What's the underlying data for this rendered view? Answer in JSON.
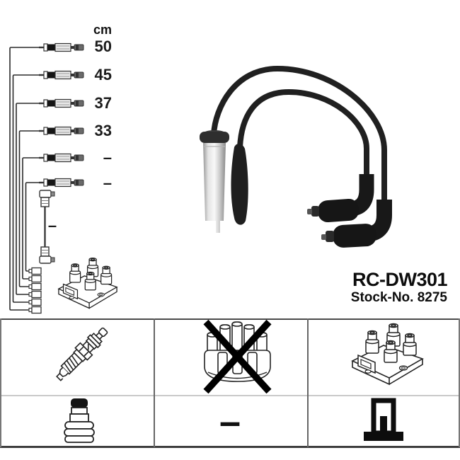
{
  "product": {
    "code": "RC-DW301",
    "stock_no": "Stock-No. 8275"
  },
  "schematic": {
    "unit_header": "cm",
    "cable_lengths": [
      "50",
      "45",
      "37",
      "33",
      "–",
      "–"
    ],
    "vertical_cable_length": "–",
    "icons": [
      "ignition-cable-icon",
      "coil-connector-terminals-icon",
      "ignition-coil-pack-icon",
      "angled-cable-icon"
    ]
  },
  "photo": {
    "icon": "ignition-lead-set-photo",
    "parts": [
      "gray-straight-plug-boot",
      "black-straight-plug-boot",
      "black-angled-coil-boot",
      "black-angled-coil-boot"
    ]
  },
  "legend_table": {
    "row1_icons": [
      "spark-plug-icon",
      "distributor-cap-crossed-out-icon",
      "ignition-coil-pack-icon"
    ],
    "row2_icons": [
      "spark-plug-boot-icon",
      "none-dash",
      "coil-tower-terminal-icon"
    ],
    "row2_dash": "–"
  },
  "colors": {
    "background": "#ffffff",
    "line_art": "#222222",
    "cable_black": "#1d1d1d",
    "boot_gray_light": "#f5f5f5",
    "table_border_dark": "#4a4a4a",
    "table_border_light": "#c9c9c9"
  }
}
